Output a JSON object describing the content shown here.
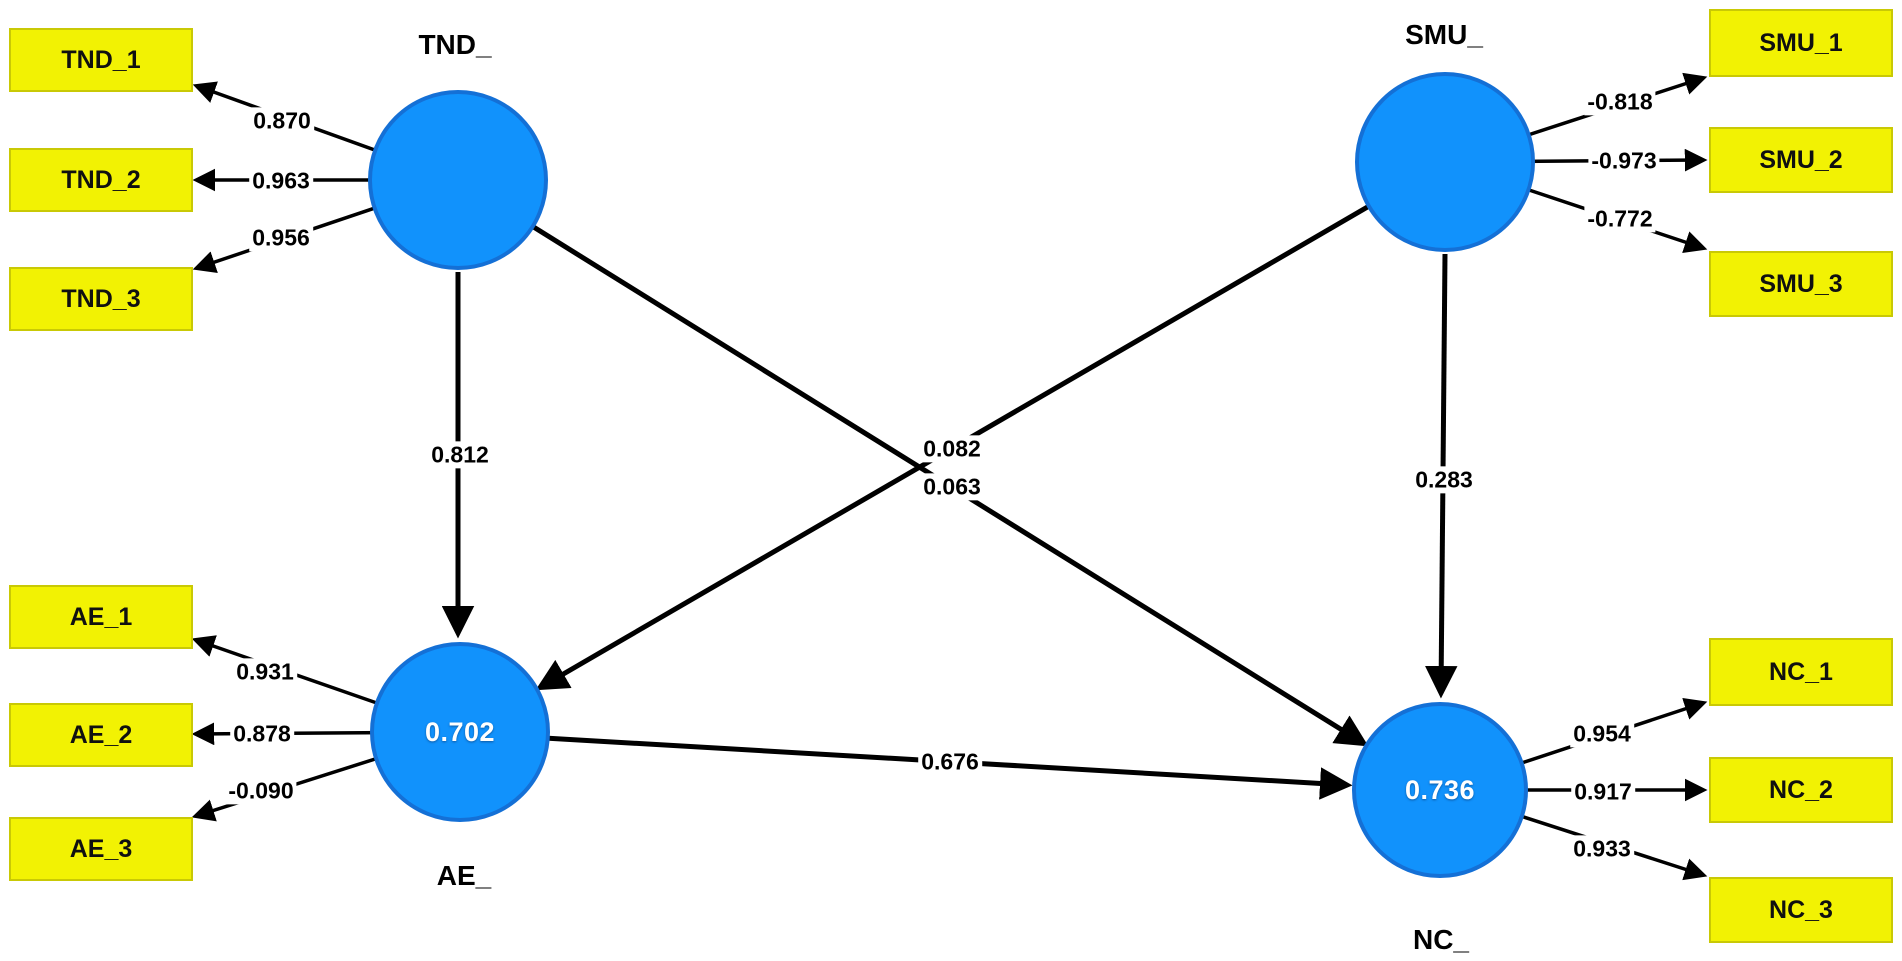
{
  "colors": {
    "construct_fill": "#1192fc",
    "construct_border": "#1470d6",
    "indicator_fill": "#f2f203",
    "indicator_border": "#c9c905",
    "connector": "#000000"
  },
  "constructs": {
    "tnd": {
      "label": "TND_"
    },
    "smu": {
      "label": "SMU_"
    },
    "ae": {
      "label": "AE_",
      "r2": "0.702"
    },
    "nc": {
      "label": "NC_",
      "r2": "0.736"
    }
  },
  "indicators": {
    "tnd": [
      {
        "label": "TND_1",
        "loading": "0.870"
      },
      {
        "label": "TND_2",
        "loading": "0.963"
      },
      {
        "label": "TND_3",
        "loading": "0.956"
      }
    ],
    "smu": [
      {
        "label": "SMU_1",
        "loading": "-0.818"
      },
      {
        "label": "SMU_2",
        "loading": "-0.973"
      },
      {
        "label": "SMU_3",
        "loading": "-0.772"
      }
    ],
    "ae": [
      {
        "label": "AE_1",
        "loading": "0.931"
      },
      {
        "label": "AE_2",
        "loading": "0.878"
      },
      {
        "label": "AE_3",
        "loading": "-0.090"
      }
    ],
    "nc": [
      {
        "label": "NC_1",
        "loading": "0.954"
      },
      {
        "label": "NC_2",
        "loading": "0.917"
      },
      {
        "label": "NC_3",
        "loading": "0.933"
      }
    ]
  },
  "paths": {
    "tnd_ae": {
      "from": "TND_",
      "to": "AE_",
      "value": "0.812"
    },
    "smu_nc": {
      "from": "SMU_",
      "to": "NC_",
      "value": "0.283"
    },
    "smu_ae": {
      "from": "SMU_",
      "to": "AE_",
      "value": "0.082"
    },
    "tnd_nc": {
      "from": "TND_",
      "to": "NC_",
      "value": "0.063"
    },
    "ae_nc": {
      "from": "AE_",
      "to": "NC_",
      "value": "0.676"
    }
  }
}
